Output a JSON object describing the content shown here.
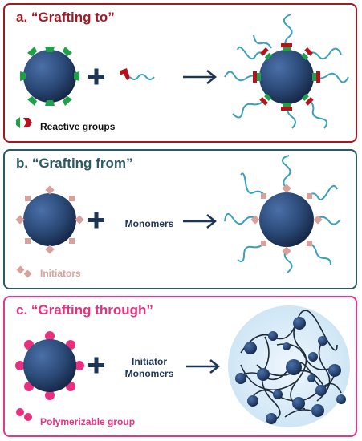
{
  "colors": {
    "particle": "#2b4a78",
    "grafting_to_border": "#a01a24",
    "grafting_from_border": "#2c5a64",
    "grafting_through_border": "#e0398a",
    "reactive_group_green": "#21a04a",
    "reactive_group_red": "#b5121b",
    "initiator": "#d9a19b",
    "polymerizable_group": "#e8307f",
    "chain": "#3aa0bd",
    "arrow": "#1d3557",
    "network_halo": "#d6ebf7"
  },
  "panels": [
    {
      "title": "a. “Grafting to”",
      "legend": "Reactive groups",
      "legend_icon": "reactive-group-icon"
    },
    {
      "title": "b. “Grafting from”",
      "middle_text": [
        "Monomers"
      ],
      "legend": "Initiators",
      "legend_icon": "initiator-icon"
    },
    {
      "title": "c. “Grafting through”",
      "middle_text": [
        "Initiator",
        "Monomers"
      ],
      "legend": "Polymerizable group",
      "legend_icon": "polymerizable-group-icon"
    }
  ]
}
